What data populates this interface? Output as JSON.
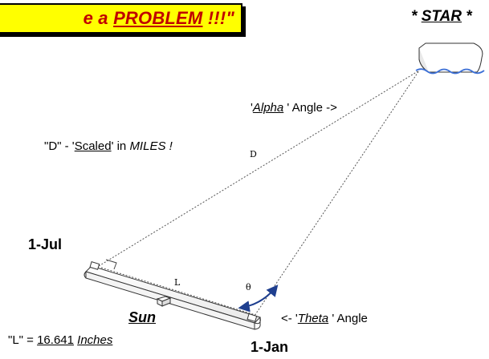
{
  "banner": {
    "prefix": "e a ",
    "word": "PROBLEM",
    "suffix": " !!!\""
  },
  "star": {
    "prefix": "* ",
    "word": "STAR",
    "suffix": " *"
  },
  "alpha_label": {
    "open": "'",
    "word": "Alpha",
    "rest": " ' Angle ->"
  },
  "d_label": {
    "prefix": "\"D\" - '",
    "scaled": "Scaled",
    "middle": "' in ",
    "unit": "MILES",
    "suffix": " !"
  },
  "diagram_letters": {
    "d": "D",
    "l": "L",
    "theta": "θ"
  },
  "jul_label": "1-Jul",
  "jan_label": "1-Jan",
  "sun_label": "Sun",
  "theta_label": {
    "prefix": "<- '",
    "word": "Theta",
    "suffix": " ' Angle"
  },
  "l_label": {
    "prefix": "\"L\" = ",
    "value": "16.641",
    "unit": "Inches"
  },
  "colors": {
    "banner_bg": "#ffff00",
    "banner_text": "#c00000",
    "arrow": "#1f3f8f",
    "wave": "#3b6fd6"
  }
}
